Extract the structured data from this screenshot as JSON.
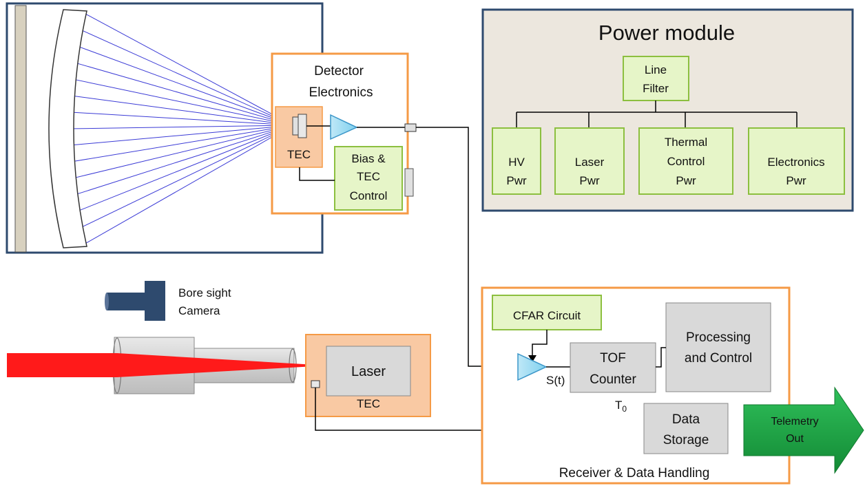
{
  "power_module": {
    "title": "Power module",
    "line_filter": [
      "Line",
      "Filter"
    ],
    "units": [
      {
        "lines": [
          "HV",
          "Pwr"
        ]
      },
      {
        "lines": [
          "Laser",
          "Pwr"
        ]
      },
      {
        "lines": [
          "Thermal",
          "Control",
          "Pwr"
        ]
      },
      {
        "lines": [
          "Electronics",
          "Pwr"
        ]
      }
    ]
  },
  "detector": {
    "title": [
      "Detector",
      "Electronics"
    ],
    "tec_label": "TEC",
    "bias": [
      "Bias &",
      "TEC",
      "Control"
    ]
  },
  "camera": {
    "label": [
      "Bore sight",
      "Camera"
    ]
  },
  "laser": {
    "label": "Laser",
    "tec_label": "TEC"
  },
  "receiver": {
    "label": "Receiver & Data Handling",
    "cfar": "CFAR Circuit",
    "tof": [
      "TOF",
      "Counter"
    ],
    "processing": [
      "Processing",
      "and Control"
    ],
    "storage": [
      "Data",
      "Storage"
    ],
    "signal_label": "S(t)",
    "t0_label": "T",
    "t0_sub": "0"
  },
  "telemetry": {
    "label": [
      "Telemetry",
      "Out"
    ]
  },
  "colors": {
    "dark_navy": "#2e4a6e",
    "orange": "#f59a45",
    "green_box_fill": "#e6f5c8",
    "green_box_stroke": "#8cbf3f",
    "tec_fill": "#f9c9a3",
    "power_fill": "#ece7de",
    "gray_box": "#d9d9d9",
    "laser_beam": "#ff1a1a",
    "ray_blue": "#3a3ad6",
    "telemetry_green": "#1fa246"
  }
}
